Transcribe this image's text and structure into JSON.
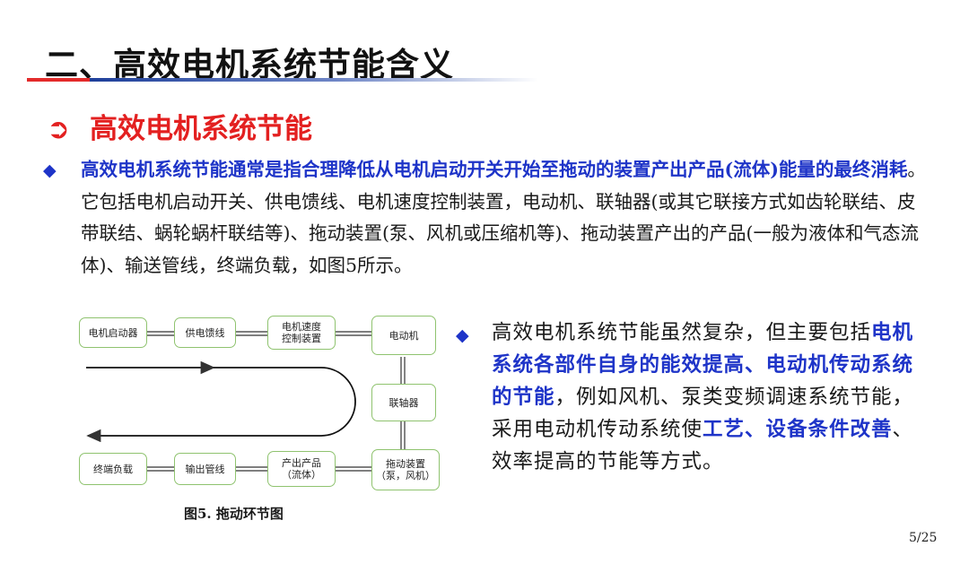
{
  "title": "二、高效电机系统节能含义",
  "subtitle": {
    "arrow": "➲",
    "text": "高效电机系统节能"
  },
  "paragraph1": {
    "bullet": "◆",
    "highlight": "高效电机系统节能通常是指合理降低从电机启动开关开始至拖动的装置产出产品(流体)能量的最终消耗",
    "rest": "。它包括电机启动开关、供电馈线、电机速度控制装置，电动机、联轴器(或其它联接方式如齿轮联结、皮带联结、蜗轮蜗杆联结等)、拖动装置(泵、风机或压缩机等)、拖动装置产出的产品(一般为液体和气态流体)、输送管线，终端负载，如图5所示。"
  },
  "paragraph2": {
    "bullet": "◆",
    "part1": "高效电机系统节能虽然复杂，但主要包括",
    "hl1": "电机系统各部件自身的能效提高、电动机传动系统的节能",
    "part2": "，例如风机、泵类变频调速系统节能，采用电动机传动系统使",
    "hl2": "工艺、设备条件改善",
    "part3": "、效率提高的节能等方式。"
  },
  "figure": {
    "top_row": [
      "电机启动器",
      "供电馈线",
      "电机速度控制装置",
      "电动机"
    ],
    "middle": "联轴器",
    "bottom_row": [
      "终端负载",
      "输出管线",
      "产出产品（流体）",
      "拖动装置（泵，风机）"
    ],
    "caption": "图5. 拖动环节图",
    "colors": {
      "box_border": "#8fc36f",
      "connector": "#333333"
    }
  },
  "page_number": "5/25",
  "colors": {
    "title_accent_red": "#e32b2b",
    "title_accent_blue": "#1e3f9a",
    "subtitle": "#e32020",
    "highlight": "#1e34c8"
  }
}
